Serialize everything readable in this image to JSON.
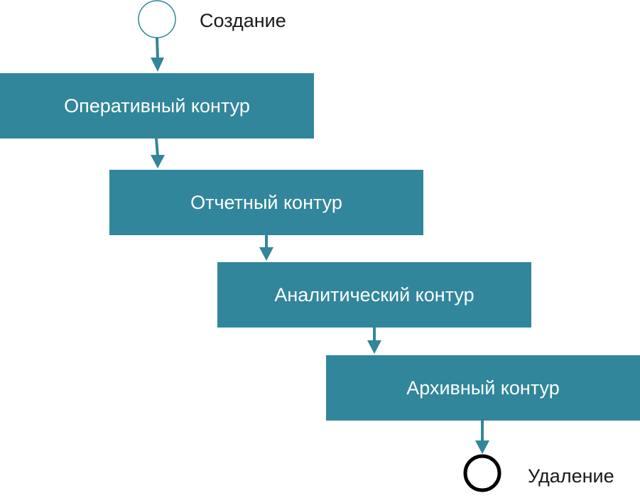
{
  "start_label": "Создание",
  "end_label": "Удаление",
  "stages": [
    {
      "label": "Оперативный контур"
    },
    {
      "label": "Отчетный контур"
    },
    {
      "label": "Аналитический контур"
    },
    {
      "label": "Архивный контур"
    }
  ],
  "colors": {
    "box_fill": "#31869b",
    "box_text": "#ffffff",
    "arrow": "#31869b",
    "start_node_stroke": "#31869b",
    "end_node_stroke": "#000000"
  }
}
